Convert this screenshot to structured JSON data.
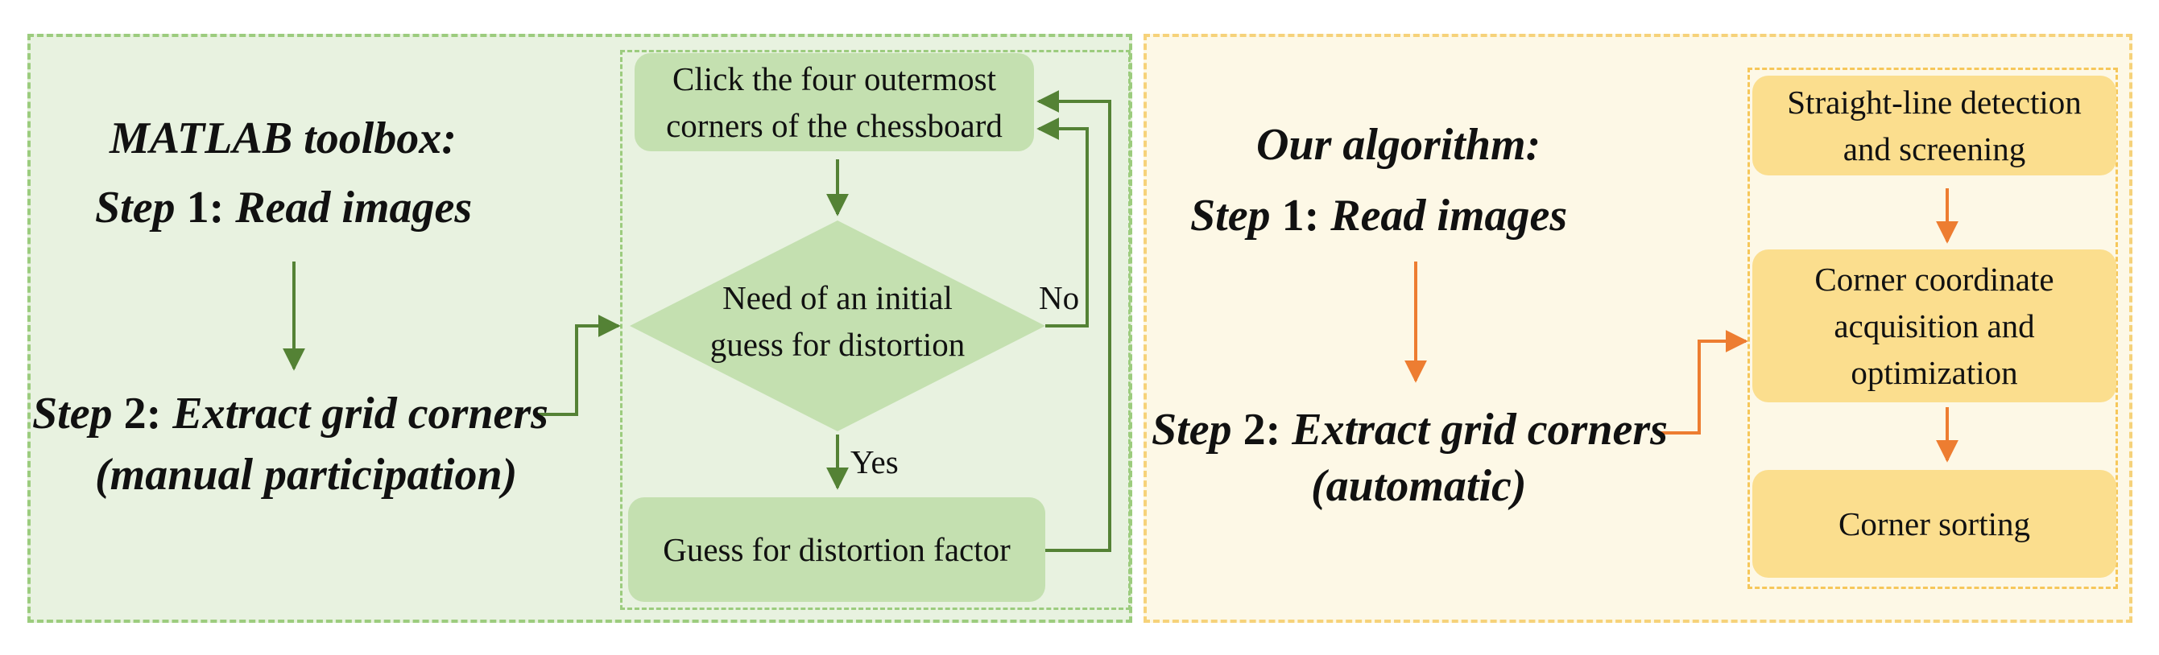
{
  "colors": {
    "green_arrow": "#548235",
    "orange_arrow": "#ed7d31",
    "green_box": "#c4e0b0",
    "orange_box": "#fbde8e"
  },
  "left": {
    "title": "MATLAB toolbox:",
    "step1": {
      "step_word": "Step",
      "num": "1:",
      "text": "Read images"
    },
    "step2": {
      "step_word": "Step",
      "num": "2:",
      "text": "Extract grid corners"
    },
    "step2_note": "(manual participation)",
    "flow": {
      "click_box_line1": "Click the four outermost",
      "click_box_line2": "corners of the chessboard",
      "decision_line1": "Need of an initial",
      "decision_line2": "guess for distortion",
      "no_label": "No",
      "yes_label": "Yes",
      "guess_box": "Guess for distortion factor"
    }
  },
  "right": {
    "title": "Our algorithm:",
    "step1": {
      "step_word": "Step",
      "num": "1:",
      "text": "Read images"
    },
    "step2": {
      "step_word": "Step",
      "num": "2:",
      "text": "Extract grid corners"
    },
    "step2_note": "(automatic)",
    "flow": {
      "box1_line1": "Straight-line detection",
      "box1_line2": "and screening",
      "box2_line1": "Corner coordinate",
      "box2_line2": "acquisition and",
      "box2_line3": "optimization",
      "box3": "Corner sorting"
    }
  }
}
